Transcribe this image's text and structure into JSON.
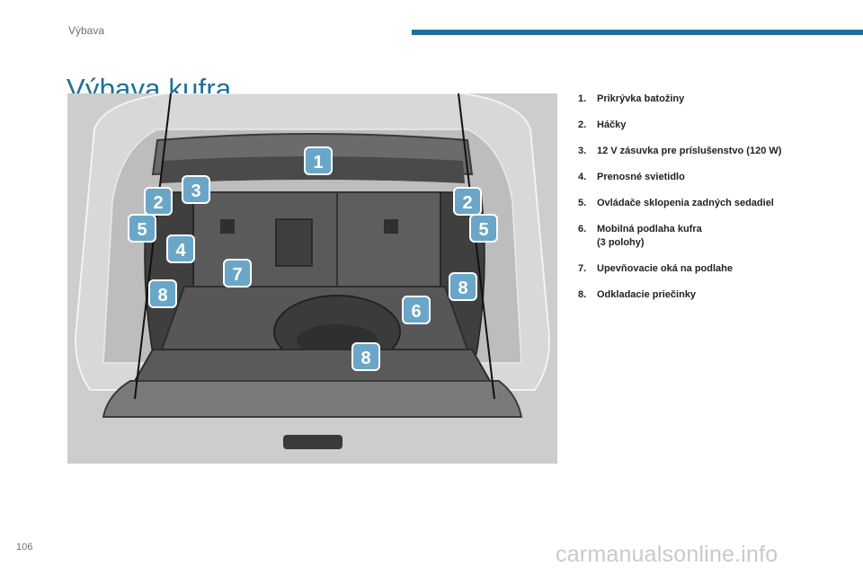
{
  "header": {
    "section": "Výbava",
    "title": "Výbava kufra"
  },
  "figure": {
    "callouts": [
      "1",
      "2",
      "3",
      "2",
      "5",
      "5",
      "4",
      "7",
      "8",
      "8",
      "6",
      "8"
    ]
  },
  "legend": {
    "items": [
      {
        "num": "1.",
        "text": "Prikrývka batožiny"
      },
      {
        "num": "2.",
        "text": "Háčky"
      },
      {
        "num": "3.",
        "text": "12 V zásuvka pre príslušenstvo (120 W)"
      },
      {
        "num": "4.",
        "text": "Prenosné svietidlo"
      },
      {
        "num": "5.",
        "text": "Ovládače sklopenia zadných sedadiel"
      },
      {
        "num": "6.",
        "text": "Mobilná podlaha kufra",
        "text2": "(3 polohy)"
      },
      {
        "num": "7.",
        "text": "Upevňovacie oká na podlahe"
      },
      {
        "num": "8.",
        "text": "Odkladacie priečinky"
      }
    ]
  },
  "footer": {
    "page_number": "106",
    "watermark": "carmanualsonline.info"
  },
  "colors": {
    "accent": "#1f6f98",
    "callout": "#6aa6c8"
  }
}
